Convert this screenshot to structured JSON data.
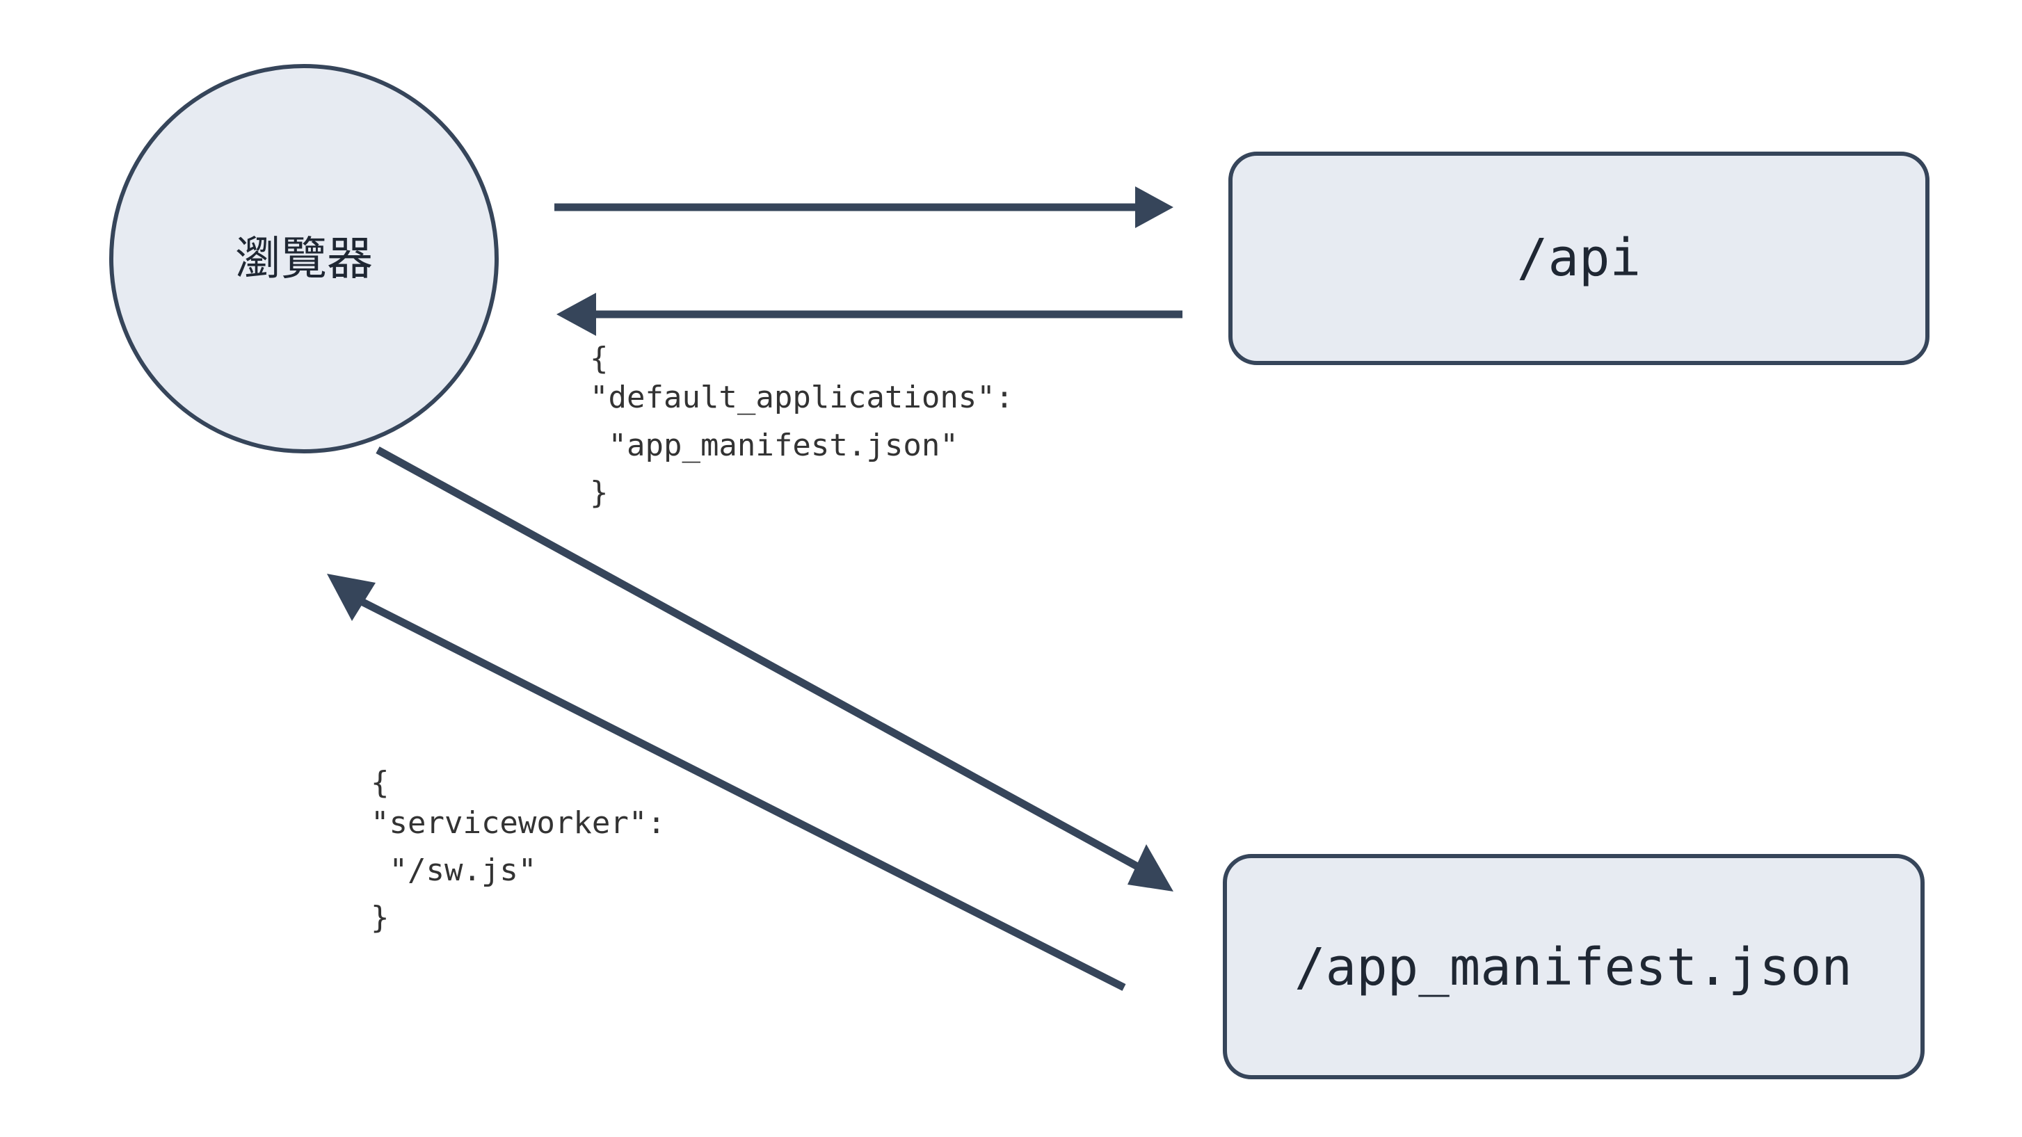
{
  "diagram": {
    "background_color": "#ffffff",
    "node_fill": "#e7ebf2",
    "node_stroke": "#36455a",
    "edge_color": "#36455a",
    "label_color": "#333333",
    "nodes": {
      "browser": {
        "label": "瀏覽器",
        "shape": "circle"
      },
      "api": {
        "label": "/api",
        "shape": "rounded-rect"
      },
      "manifest": {
        "label": "/app_manifest.json",
        "shape": "rounded-rect"
      }
    },
    "edges": {
      "request_api": {
        "label": "",
        "direction": "right"
      },
      "response_api": {
        "direction": "left",
        "label_lines": [
          "{",
          "\"default_applications\":",
          " \"app_manifest.json\"",
          "}"
        ]
      },
      "request_manifest": {
        "label": "",
        "direction": "down-right"
      },
      "response_manifest": {
        "direction": "up-left",
        "label_lines": [
          "{",
          "\"serviceworker\":",
          " \"/sw.js\"",
          "}"
        ]
      }
    }
  }
}
